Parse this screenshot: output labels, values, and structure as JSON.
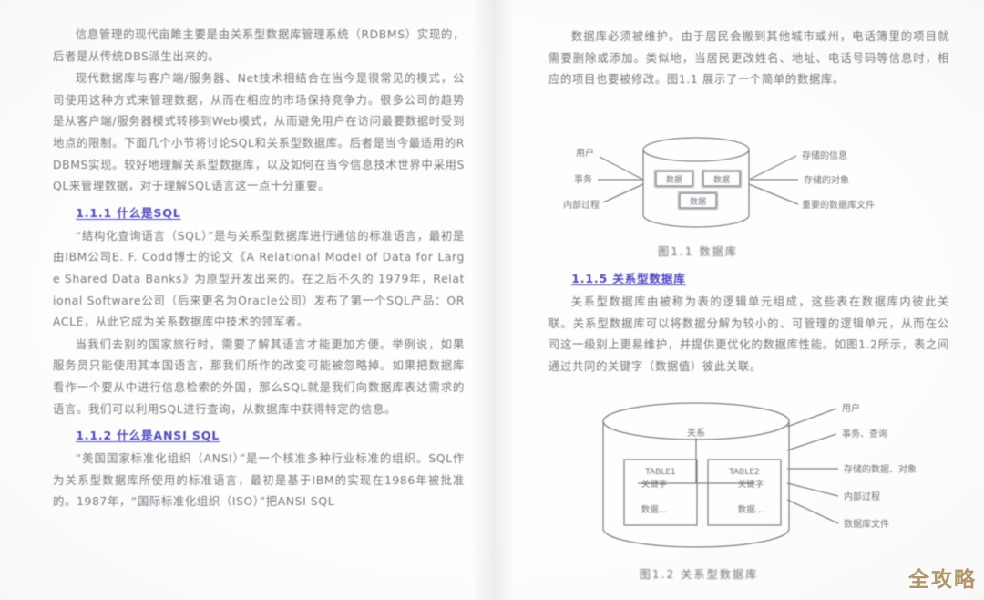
{
  "document": {
    "kind": "scanned-book-spread",
    "language": "zh-CN",
    "heading_color": "#3a33c4",
    "body_color": "#585a63",
    "paper_color": "#fefefe"
  },
  "left_page": {
    "paragraphs": [
      "信息管理的现代亩雎主要是由关系型数据库管理系统（RDBMS）实现的，后者是从传统DBS派生出来的。",
      "现代数据库与客户端/服务器、Net技术相结合在当今是很常见的模式，公司使用这种方式来管理数据，从而在相应的市场保持竞争力。很多公司的趋势是从客户端/服务器模式转移到Web模式，从而避免用户在访问最要数据时受到地点的限制。下面几个小节将讨论SQL和关系型数据库。后者是当今最适用的RDBMS实现。较好地理解关系型数据库，以及如何在当今信息技术世界中采用SQL来管理数据，对于理解SQL语言这一点十分重要。"
    ],
    "sections": [
      {
        "number": "1.1.1",
        "title": "什么是SQL",
        "heading": "1.1.1 什么是SQL",
        "paragraphs": [
          "“结构化查询语言（SQL）”是与关系型数据库进行通信的标准语言，最初是由IBM公司E. F. Codd博士的论文《A Relational Model of Data for Large Shared Data Banks》为原型开发出来的。在之后不久的 1979年，Relational Software公司（后来更名为Oracle公司）发布了第一个SQL产品：ORACLE，从此它成为关系数据库中技术的领军者。",
          "当我们去别的国家旅行时，需要了解其语言才能更加方便。举例说，如果服务员只能使用其本国语言，那我们所作的改变可能被忽略掉。如果把数据库看作一个要从中进行信息检索的外国，那么SQL就是我们向数据库表达需求的语言。我们可以利用SQL进行查询，从数据库中获得特定的信息。"
        ]
      },
      {
        "number": "1.1.2",
        "title": "什么是ANSI SQL",
        "heading": "1.1.2 什么是ANSI SQL",
        "paragraphs": [
          "“美国国家标准化组织（ANSI）”是一个核准多种行业标准的组织。SQL作为关系型数据库所使用的标准语言，最初是基于IBM的实现在1986年被批准的。1987年，“国际标准化组织（ISO）”把ANSI SQL"
        ]
      }
    ]
  },
  "right_page": {
    "paragraphs": [
      "数据库必须被维护。由于居民会搬到其他城市或州，电话簿里的项目就需要删除或添加。类似地，当居民更改姓名、地址、电话号码等信息时，相应的项目也要被修改。图1.1 展示了一个简单的数据库。"
    ],
    "sections": [
      {
        "number": "1.1.5",
        "title": "关系型数据库",
        "heading": "1.1.5 关系型数据库",
        "paragraphs": [
          "关系型数据库由被称为表的逻辑单元组成，这些表在数据库内彼此关联。关系型数据库可以将数据分解为较小的、可管理的逻辑单元，从而在公司这一级别上更易维护，并提供更优化的数据库性能。如图1.2所示，表之间通过共同的关键字（数据值）彼此关联。"
        ]
      }
    ]
  },
  "figures": [
    {
      "id": "figure-1-1",
      "caption": "图1.1 数据库",
      "shape": "cylinder",
      "inner_boxes": [
        "数据",
        "数据",
        "数据"
      ],
      "left_labels": [
        "用户",
        "事务",
        "内部过程"
      ],
      "right_labels": [
        "存储的信息",
        "存储的对象",
        "重要的数据库文件"
      ]
    },
    {
      "id": "figure-1-2",
      "caption": "图1.2 关系型数据库",
      "shape": "cylinder",
      "relation_label": "关系",
      "tables": [
        {
          "name": "TABLE1",
          "key_label": "关键字",
          "data_label": "数据…"
        },
        {
          "name": "TABLE2",
          "key_label": "关键字",
          "data_label": "数据…"
        }
      ],
      "right_labels": [
        "用户",
        "事务、查询",
        "存储的数据、对象",
        "内部过程",
        "数据库文件"
      ]
    }
  ],
  "watermark": {
    "text": "全攻略",
    "color": "#b3956a"
  }
}
